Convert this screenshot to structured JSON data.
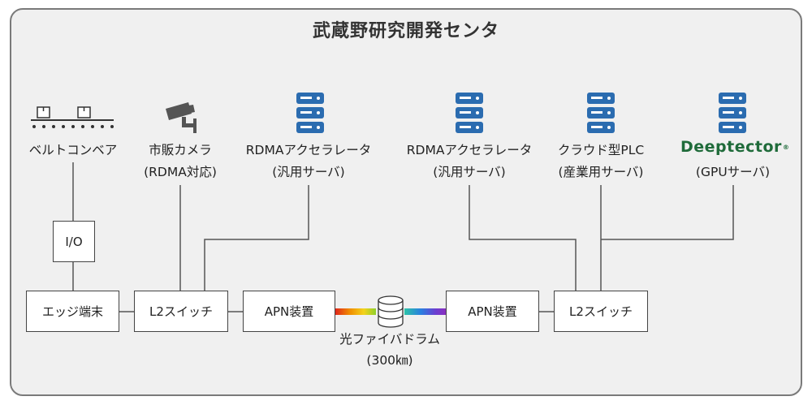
{
  "title": "武蔵野研究開発センタ",
  "devices": {
    "conveyor": {
      "line1": "ベルトコンベア",
      "icon": "conveyor-belt-icon"
    },
    "camera": {
      "line1": "市販カメラ",
      "line2": "(RDMA対応)",
      "icon": "security-camera-icon"
    },
    "server_left": {
      "line1": "RDMAアクセラレータ",
      "line2": "(汎用サーバ)",
      "icon": "server-icon"
    },
    "server_right": {
      "line1": "RDMAアクセラレータ",
      "line2": "(汎用サーバ)",
      "icon": "server-icon"
    },
    "plc": {
      "line1": "クラウド型PLC",
      "line2": "(産業用サーバ)",
      "icon": "server-icon"
    },
    "gpu": {
      "logo": "Deeptector",
      "line2": "(GPUサーバ)",
      "icon": "server-icon"
    }
  },
  "boxes": {
    "io": "I/O",
    "edge": "エッジ端末",
    "switch_left": "L2スイッチ",
    "apn_left": "APN装置",
    "apn_right": "APN装置",
    "switch_right": "L2スイッチ"
  },
  "fiber": {
    "line1": "光ファイバドラム",
    "line2": "(300㎞)",
    "icon": "fiber-drum-icon"
  },
  "colors": {
    "server_blue": "#2b6cb0",
    "logo_green": "#1f6b3a",
    "frame": "#f0f0f0"
  }
}
